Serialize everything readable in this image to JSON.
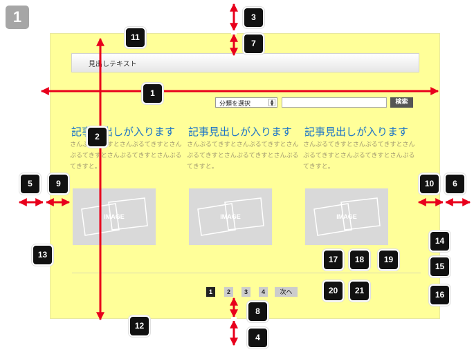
{
  "step_number": "1",
  "header_text": "見出しテキスト",
  "category_select": "分類を選択",
  "search_button": "検索",
  "articles": [
    {
      "title": "記事見出しが入ります",
      "body": [
        "さんぷるてきすとさんぷるてきすとさん",
        "ぷるてきすとさんぷるてきすとさんぷる",
        "てきすと。"
      ],
      "image_label": "IMAGE"
    },
    {
      "title": "記事見出しが入ります",
      "body": [
        "さんぷるてきすとさんぷるてきすとさん",
        "ぷるてきすとさんぷるてきすとさんぷる",
        "てきすと。"
      ],
      "image_label": "IMAGE"
    },
    {
      "title": "記事見出しが入ります",
      "body": [
        "さんぷるてきすとさんぷるてきすとさん",
        "ぷるてきすとさんぷるてきすとさんぷる",
        "てきすと。"
      ],
      "image_label": "IMAGE"
    }
  ],
  "pagination": {
    "pages": [
      "1",
      "2",
      "3",
      "4"
    ],
    "current": "1",
    "next_label": "次へ"
  },
  "markers": [
    "1",
    "2",
    "3",
    "4",
    "5",
    "6",
    "7",
    "8",
    "9",
    "10",
    "11",
    "12",
    "13",
    "14",
    "15",
    "16",
    "17",
    "18",
    "19",
    "20",
    "21"
  ],
  "colors": {
    "panel": "#ffff99",
    "arrow": "#e8001c",
    "marker": "#111111",
    "title": "#1a73c8"
  }
}
